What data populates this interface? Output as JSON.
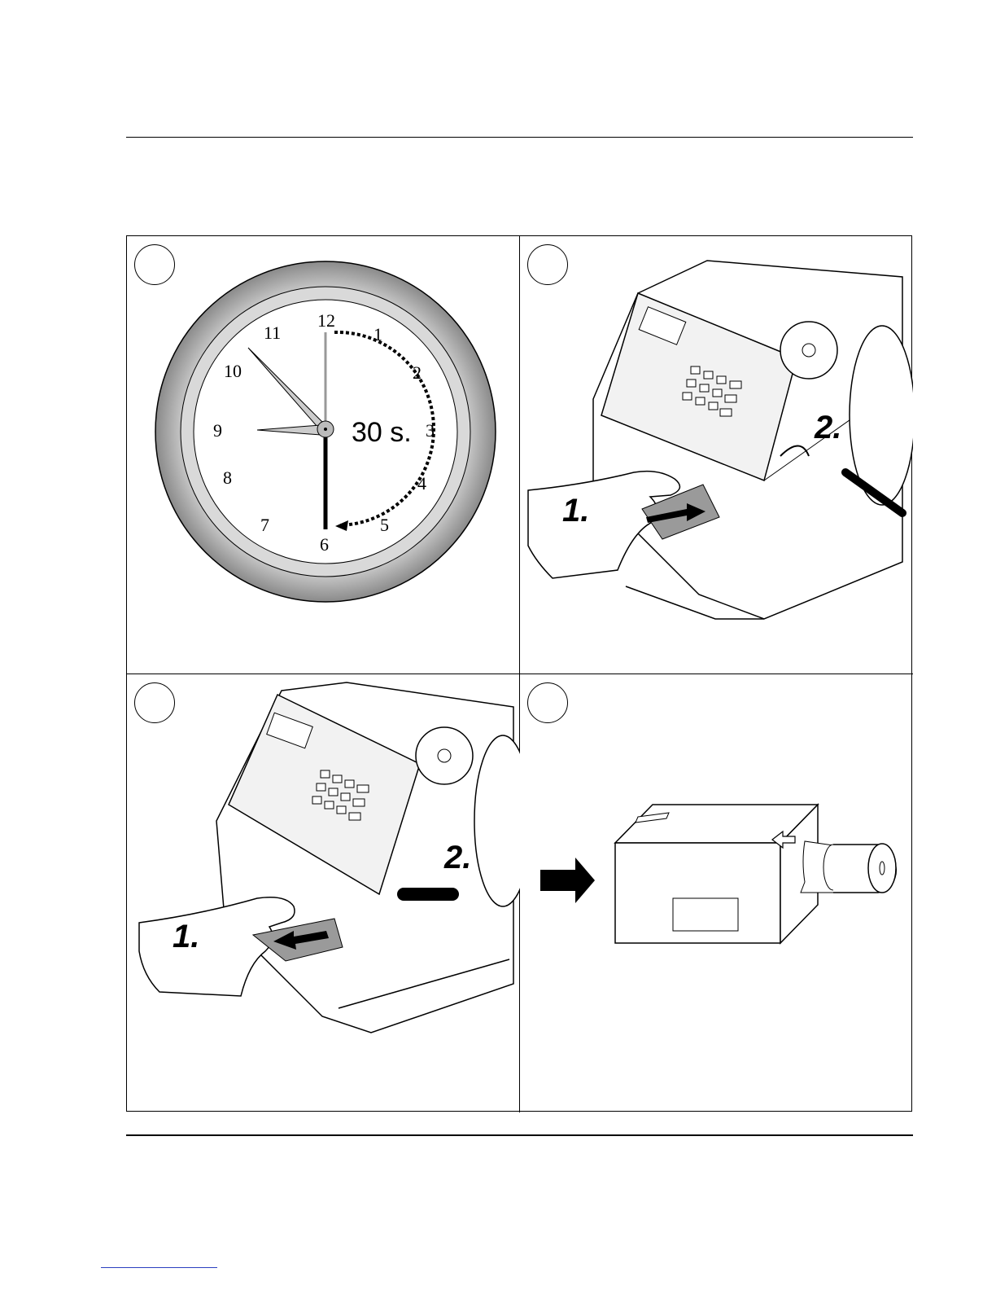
{
  "clock": {
    "numbers": [
      "12",
      "1",
      "2",
      "3",
      "4",
      "5",
      "6",
      "7",
      "8",
      "9",
      "10",
      "11"
    ],
    "duration_label": "30 s."
  },
  "step_labels": {
    "first": "1.",
    "second": "2."
  },
  "panels": [
    {
      "id": "clock",
      "icon": "clock-illustration"
    },
    {
      "id": "insert-card",
      "icon": "printer-insert-card-illustration"
    },
    {
      "id": "remove-card",
      "icon": "printer-remove-card-illustration"
    },
    {
      "id": "load-media",
      "icon": "printer-load-media-illustration"
    }
  ]
}
